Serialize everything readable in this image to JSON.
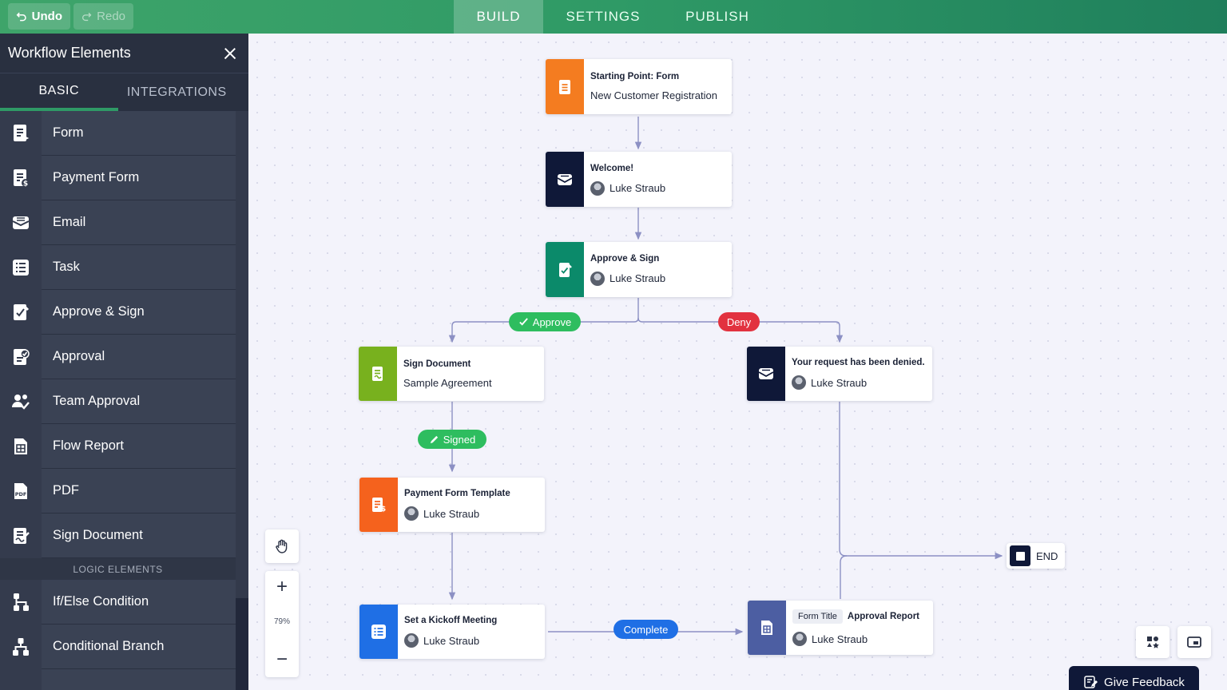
{
  "toolbar": {
    "undo_label": "Undo",
    "redo_label": "Redo"
  },
  "tabs": [
    {
      "label": "BUILD",
      "active": true
    },
    {
      "label": "SETTINGS",
      "active": false
    },
    {
      "label": "PUBLISH",
      "active": false
    }
  ],
  "sidebar": {
    "title": "Workflow Elements",
    "tabs": [
      {
        "label": "BASIC",
        "active": true
      },
      {
        "label": "INTEGRATIONS",
        "active": false
      }
    ],
    "items": [
      {
        "label": "Form",
        "icon": "form-icon"
      },
      {
        "label": "Payment Form",
        "icon": "payment-form-icon"
      },
      {
        "label": "Email",
        "icon": "email-icon"
      },
      {
        "label": "Task",
        "icon": "task-icon"
      },
      {
        "label": "Approve & Sign",
        "icon": "approve-sign-icon"
      },
      {
        "label": "Approval",
        "icon": "approval-icon"
      },
      {
        "label": "Team Approval",
        "icon": "team-approval-icon"
      },
      {
        "label": "Flow Report",
        "icon": "flow-report-icon"
      },
      {
        "label": "PDF",
        "icon": "pdf-icon"
      },
      {
        "label": "Sign Document",
        "icon": "sign-document-icon"
      }
    ],
    "logic_section_label": "LOGIC ELEMENTS",
    "logic_items": [
      {
        "label": "If/Else Condition",
        "icon": "if-else-icon"
      },
      {
        "label": "Conditional Branch",
        "icon": "conditional-branch-icon"
      }
    ]
  },
  "flow": {
    "nodes": {
      "start": {
        "title": "Starting Point: Form",
        "subtitle": "New Customer Registration",
        "color": "#f47c20",
        "icon": "form-icon"
      },
      "welcome": {
        "title": "Welcome!",
        "assignee": "Luke Straub",
        "color": "#0f1838",
        "icon": "email-icon"
      },
      "approve_sign": {
        "title": "Approve & Sign",
        "assignee": "Luke Straub",
        "color": "#0b8a6a",
        "icon": "approve-sign-icon"
      },
      "sign_document": {
        "title": "Sign Document",
        "subtitle": "Sample Agreement",
        "color": "#78b11e",
        "icon": "sign-document-icon"
      },
      "denied": {
        "title": "Your request has been denied.",
        "assignee": "Luke Straub",
        "color": "#0f1838",
        "icon": "email-icon"
      },
      "payment": {
        "title": "Payment Form Template",
        "assignee": "Luke Straub",
        "color": "#f5621d",
        "icon": "payment-form-icon"
      },
      "kickoff": {
        "title": "Set a Kickoff Meeting",
        "assignee": "Luke Straub",
        "color": "#1f6fe5",
        "icon": "task-icon"
      },
      "report": {
        "chip": "Form Title",
        "title": "Approval Report",
        "assignee": "Luke Straub",
        "color": "#4c5ea2",
        "icon": "flow-report-icon"
      }
    },
    "labels": {
      "approve": {
        "text": "Approve",
        "color": "#2ebd5f"
      },
      "deny": {
        "text": "Deny",
        "color": "#e2323f"
      },
      "signed": {
        "text": "Signed",
        "color": "#2ebd5f"
      },
      "complete": {
        "text": "Complete",
        "color": "#1f6fe5"
      }
    },
    "end_label": "END"
  },
  "zoom": {
    "value": "79%"
  },
  "feedback_label": "Give Feedback"
}
